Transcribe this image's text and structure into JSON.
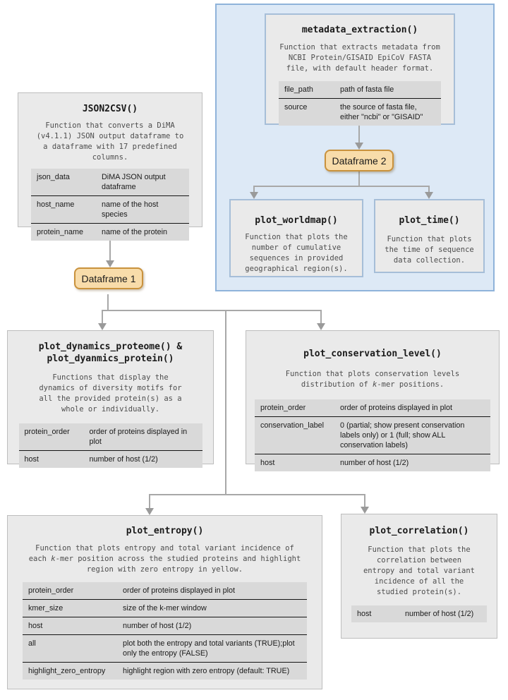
{
  "colors": {
    "group_fill": "#dde9f6",
    "group_border": "#8fb3da",
    "box_fill": "#eaeaea",
    "box_border": "#bdbdbd",
    "box_border_in_group": "#a6bed8",
    "table_fill": "#d9d9d9",
    "dataframe_fill": "#f8dcaa",
    "dataframe_border": "#c9923d",
    "connector": "#a8a8a8"
  },
  "boxes": {
    "metadata_extraction": {
      "title": "metadata_extraction()",
      "description": "Function that extracts metadata from\nNCBI Protein/GISAID EpiCoV FASTA\nfile, with default header format.",
      "params": [
        {
          "name": "file_path",
          "desc": "path of fasta file"
        },
        {
          "name": "source",
          "desc": "the source of fasta file, either \"ncbi\" or \"GISAID\""
        }
      ]
    },
    "plot_worldmap": {
      "title": "plot_worldmap()",
      "description": "Function that plots the\nnumber of cumulative\nsequences in provided\ngeographical region(s)."
    },
    "plot_time": {
      "title": "plot_time()",
      "description": "Function that plots\nthe time of sequence\ndata collection."
    },
    "json2csv": {
      "title": "JSON2CSV()",
      "description": "Function that converts a DiMA\n(v4.1.1) JSON output dataframe to\na dataframe with 17 predefined\ncolumns.",
      "params": [
        {
          "name": "json_data",
          "desc": "DiMA JSON output dataframe"
        },
        {
          "name": "host_name",
          "desc": "name of the host species"
        },
        {
          "name": "protein_name",
          "desc": "name of the protein"
        }
      ]
    },
    "plot_dynamics": {
      "title": "plot_dynamics_proteome() &\nplot_dyanmics_protein()",
      "description": "Functions that display the\ndynamics of diversity motifs for\nall the provided protein(s) as a\nwhole or individually.",
      "params": [
        {
          "name": "protein_order",
          "desc": "order of proteins displayed in plot"
        },
        {
          "name": "host",
          "desc": "number of host (1/2)"
        }
      ]
    },
    "plot_conservation_level": {
      "title": "plot_conservation_level()",
      "description_pre": "Function that plots conservation levels\ndistribution of ",
      "description_k": "k",
      "description_post": "-mer positions.",
      "params": [
        {
          "name": "protein_order",
          "desc": "order of proteins displayed in plot"
        },
        {
          "name": "conservation_label",
          "desc": "0 (partial; show present conservation labels only) or 1 (full; show ALL conservation labels)"
        },
        {
          "name": "host",
          "desc": "number of host (1/2)"
        }
      ]
    },
    "plot_entropy": {
      "title": "plot_entropy()",
      "description_pre": "Function that plots entropy and total variant incidence of\neach ",
      "description_k": "k",
      "description_post": "-mer position across the studied proteins and highlight\nregion with zero entropy in yellow.",
      "params": [
        {
          "name": "protein_order",
          "desc": "order of proteins displayed in plot"
        },
        {
          "name": "kmer_size",
          "desc": "size of the k-mer window"
        },
        {
          "name": "host",
          "desc": "number of host (1/2)"
        },
        {
          "name": "all",
          "desc": "plot both the entropy and total variants (TRUE);plot only the entropy (FALSE)"
        },
        {
          "name": "highlight_zero_entropy",
          "desc": "highlight region with zero entropy (default: TRUE)"
        }
      ]
    },
    "plot_correlation": {
      "title": "plot_correlation()",
      "description": "Function that plots the\ncorrelation between\nentropy and total variant\nincidence of all the\nstudied protein(s).",
      "params": [
        {
          "name": "host",
          "desc": "number of host (1/2)"
        }
      ]
    }
  },
  "nodes": {
    "dataframe1": {
      "label": "Dataframe 1"
    },
    "dataframe2": {
      "label": "Dataframe 2"
    }
  }
}
